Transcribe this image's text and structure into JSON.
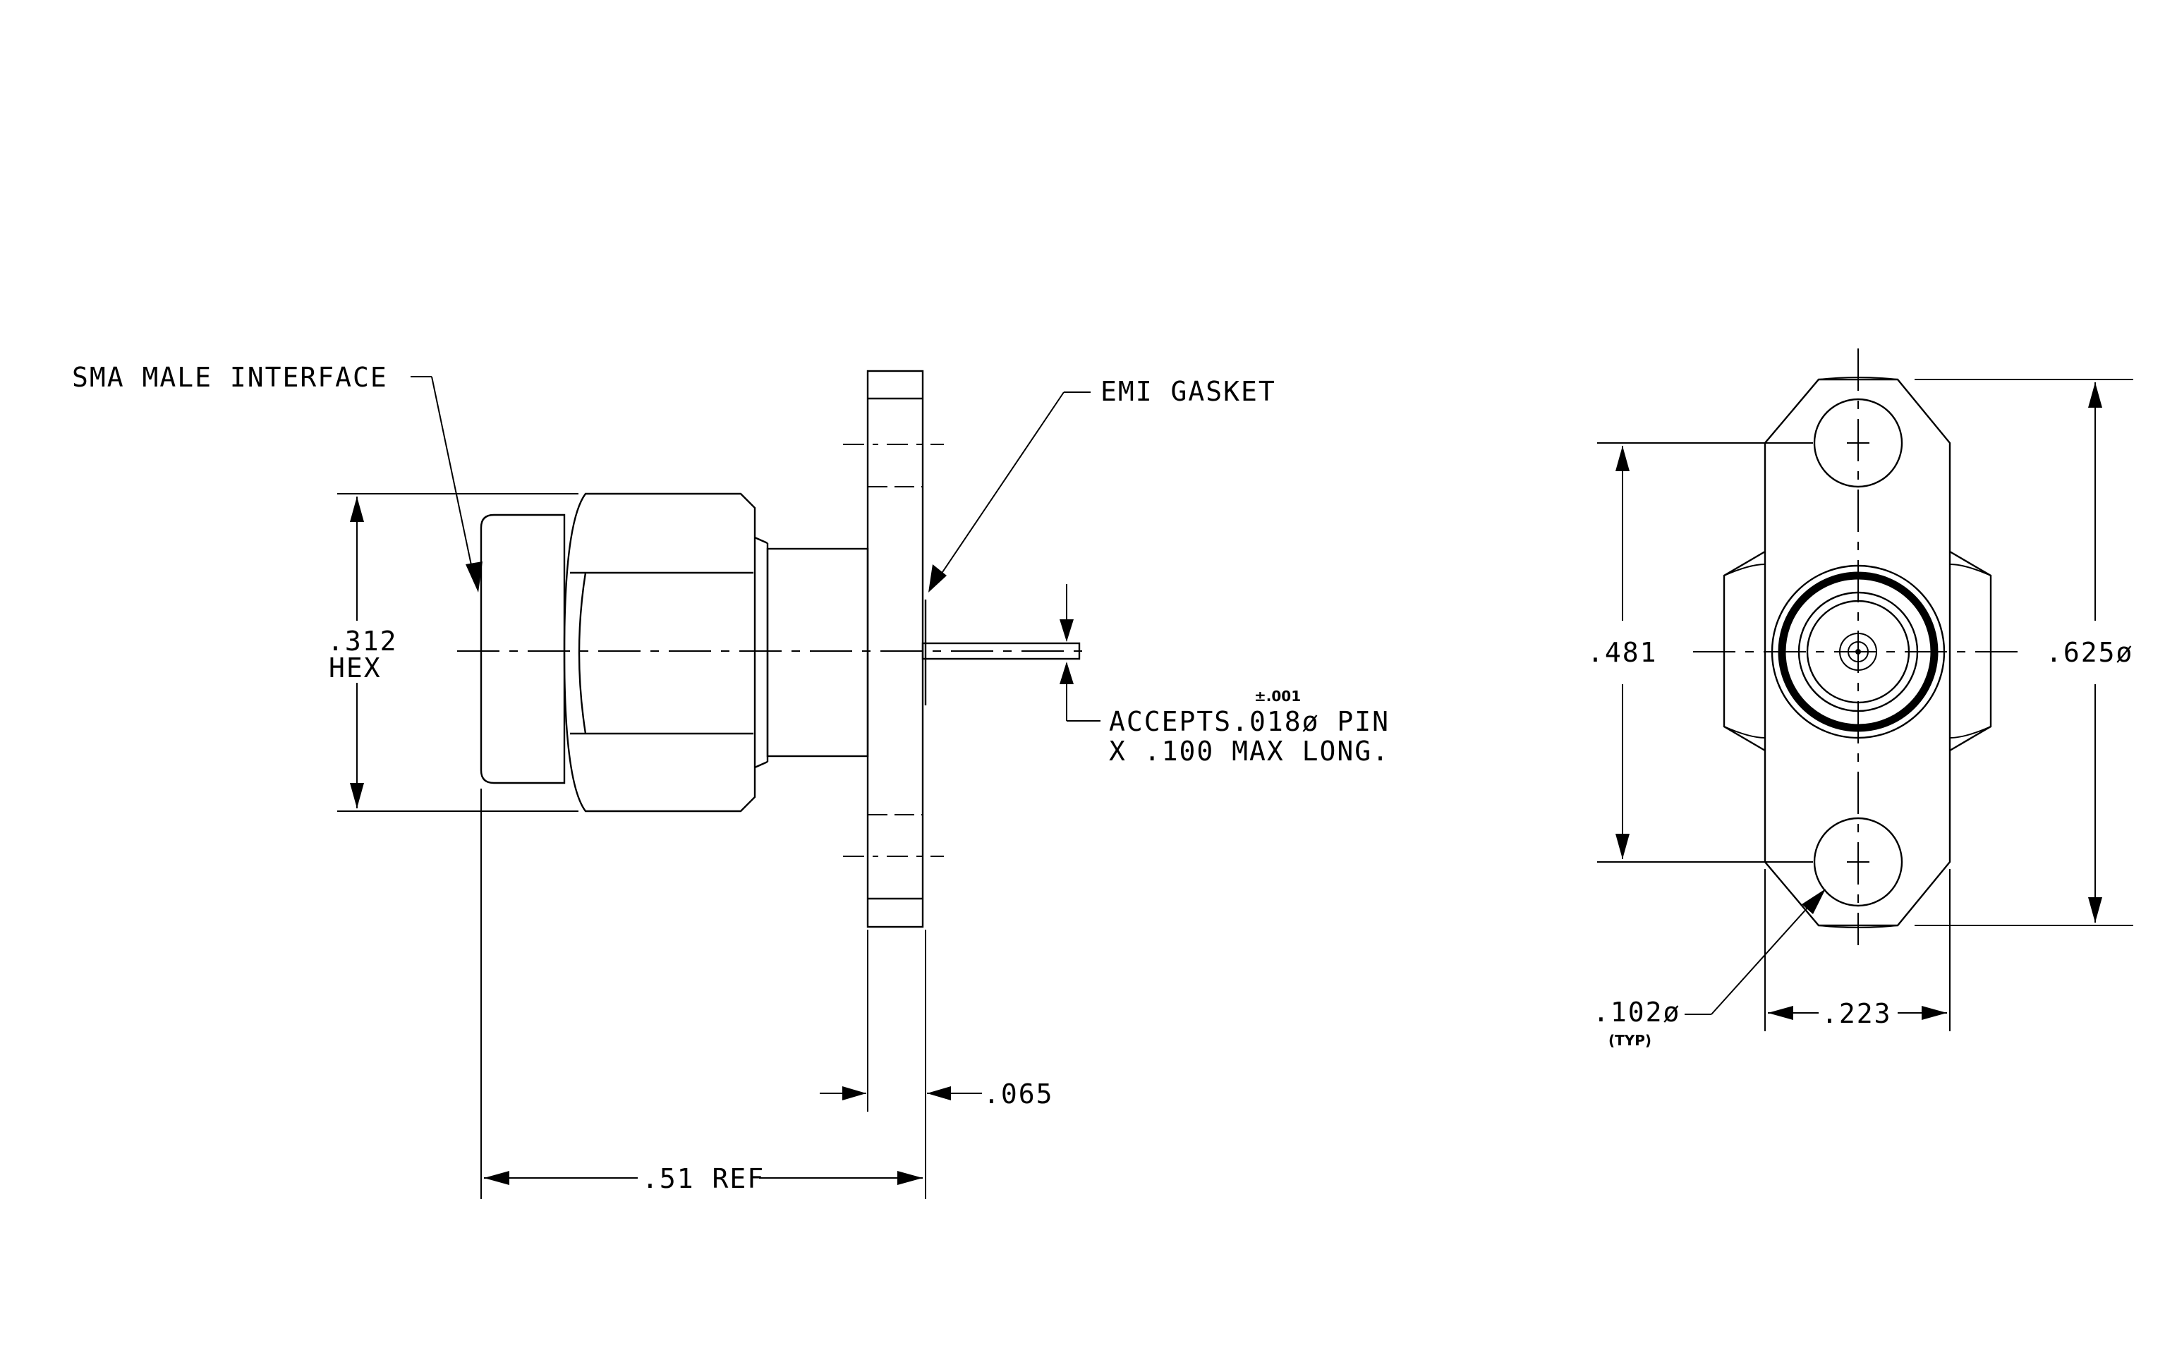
{
  "labels": {
    "sma_interface": "SMA MALE INTERFACE",
    "emi_gasket": "EMI GASKET",
    "accepts_line1": "ACCEPTS.018ø PIN",
    "accepts_tolerance": "±.001",
    "accepts_line2": "X .100 MAX LONG.",
    "hex_dim": ".312",
    "hex_word": "HEX",
    "flange_thickness": ".065",
    "overall_length": ".51 REF",
    "hole_spacing": ".481",
    "flange_diameter": ".625ø",
    "hole_diameter": ".102ø",
    "hole_typ": "(TYP)",
    "flange_width": ".223"
  }
}
